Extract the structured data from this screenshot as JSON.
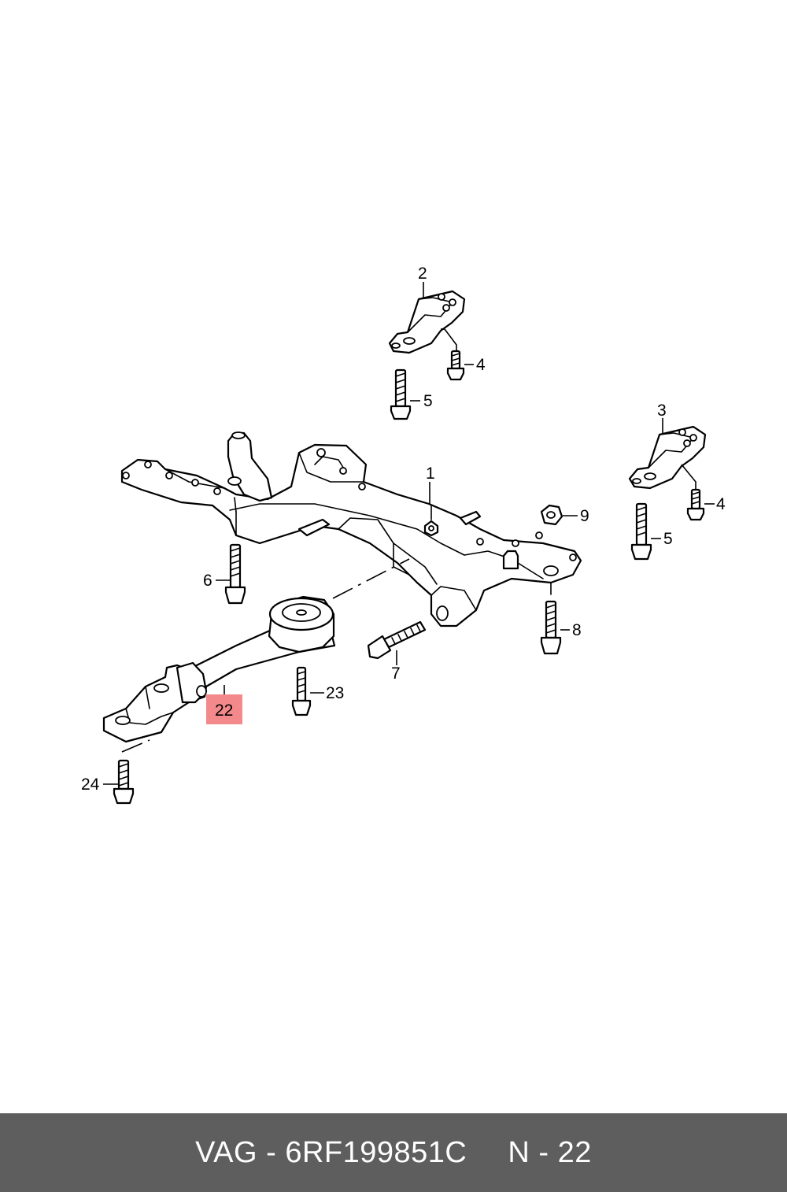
{
  "diagram": {
    "callouts": {
      "c1": "1",
      "c2": "2",
      "c3": "3",
      "c4a": "4",
      "c4b": "4",
      "c5a": "5",
      "c5b": "5",
      "c6": "6",
      "c7": "7",
      "c8": "8",
      "c9": "9",
      "c22": "22",
      "c23": "23",
      "c24": "24"
    },
    "highlight_color": "#f4898b",
    "highlighted_part": "22"
  },
  "footer": {
    "part_code": "VAG - 6RF199851C",
    "position": "N - 22",
    "background": "#5e5e5e"
  }
}
